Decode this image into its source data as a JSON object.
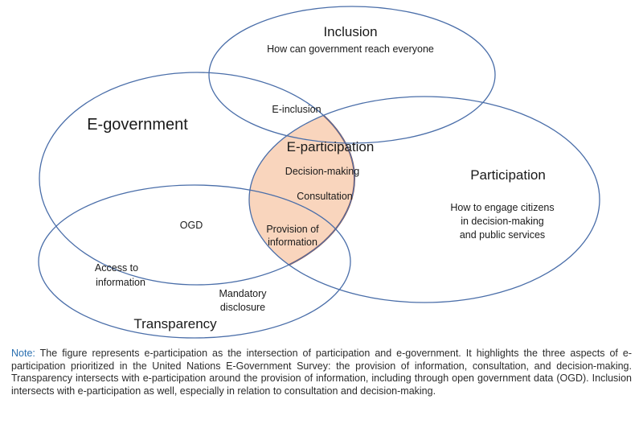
{
  "diagram": {
    "circles": {
      "inclusion": {
        "title": "Inclusion",
        "subtitle": "How can government reach everyone"
      },
      "egovernment": {
        "title": "E-government"
      },
      "participation": {
        "title": "Participation",
        "desc_lines": [
          "How to engage citizens",
          "in decision-making",
          "and public services"
        ]
      },
      "transparency": {
        "title": "Transparency"
      }
    },
    "overlaps": {
      "e_inclusion": "E-inclusion",
      "e_participation": "E-participation",
      "decision_making": "Decision-making",
      "consultation": "Consultation",
      "provision_lines": [
        "Provision of",
        "information"
      ],
      "ogd": "OGD",
      "access_lines": [
        "Access to",
        "information"
      ],
      "mandatory_lines": [
        "Mandatory",
        "disclosure"
      ]
    },
    "colors": {
      "circle_stroke": "#4a6ea9",
      "highlight_fill": "#f9d5bd",
      "highlight_stroke": "#b5532e",
      "note_label": "#2a6fb0"
    }
  },
  "note": {
    "label": "Note:",
    "text": " The figure represents e-participation as the intersection of participation and e-government. It highlights the three aspects of e-participation prioritized in the United Nations E-Government Survey: the provision of information, consultation, and decision-making. Transparency intersects with e-participation around the provision of information, including through open government data (OGD). Inclusion intersects with e-participation as well, especially in relation to consultation and decision-making."
  }
}
